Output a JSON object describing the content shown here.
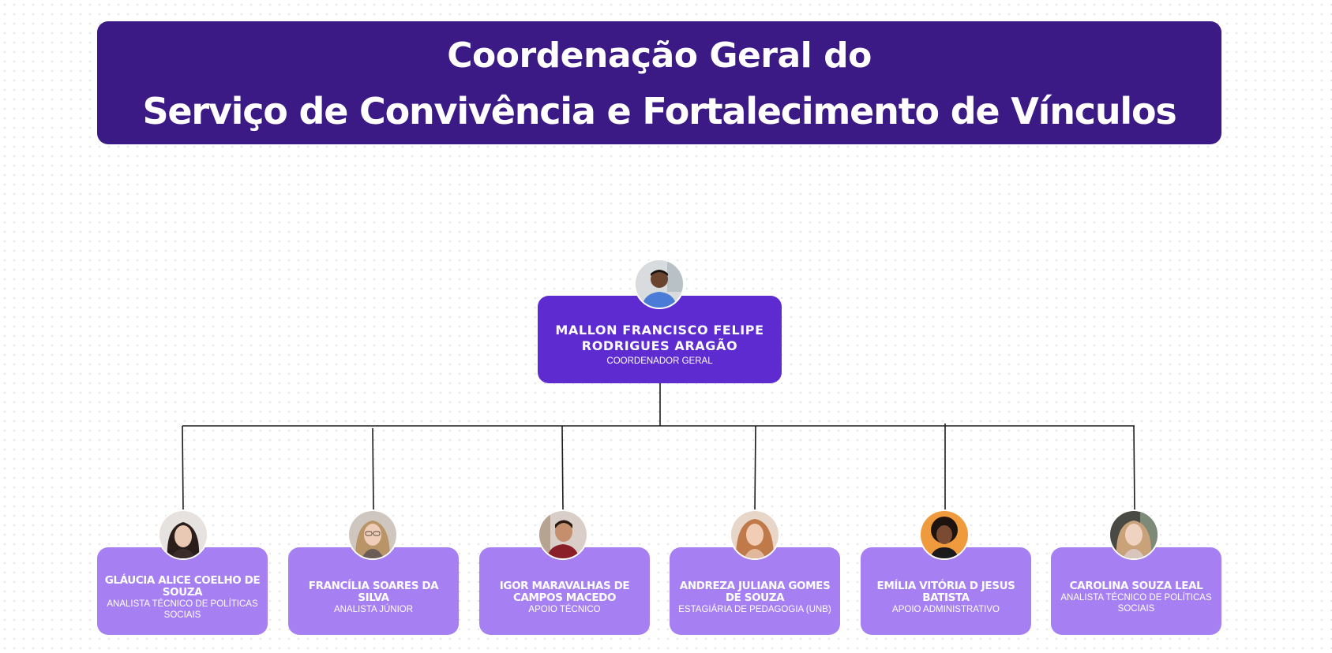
{
  "header": {
    "line1": "Coordenação Geral do",
    "line2": "Serviço de Convivência e Fortalecimento de Vínculos"
  },
  "colors": {
    "header_bg": "#3b1a86",
    "top_card_bg": "#5d2bd0",
    "child_card_bg": "#a67ff2",
    "connector": "#1a1a1a",
    "text": "#ffffff"
  },
  "top": {
    "name": "MALLON FRANCISCO FELIPE RODRIGUES ARAGÃO",
    "role": "COORDENADOR GERAL",
    "photo_icon": "person-photo"
  },
  "members": [
    {
      "name": "GLÁUCIA ALICE COELHO DE SOUZA",
      "role": "ANALISTA TÉCNICO DE POLÍTICAS SOCIAIS",
      "photo_icon": "person-photo"
    },
    {
      "name": "FRANCÍLIA SOARES DA SILVA",
      "role": "ANALISTA JÚNIOR",
      "photo_icon": "person-photo"
    },
    {
      "name": "IGOR MARAVALHAS DE CAMPOS MACEDO",
      "role": "APOIO TÉCNICO",
      "photo_icon": "person-photo"
    },
    {
      "name": "ANDREZA JULIANA GOMES DE SOUZA",
      "role": "ESTAGIÁRIA DE PEDAGOGIA (UNB)",
      "photo_icon": "person-photo"
    },
    {
      "name": "EMÍLIA VITÓRIA D JESUS BATISTA",
      "role": "APOIO ADMINISTRATIVO",
      "photo_icon": "person-photo"
    },
    {
      "name": "CAROLINA SOUZA LEAL",
      "role": "ANALISTA TÉCNICO DE POLÍTICAS SOCIAIS",
      "photo_icon": "person-photo"
    }
  ]
}
